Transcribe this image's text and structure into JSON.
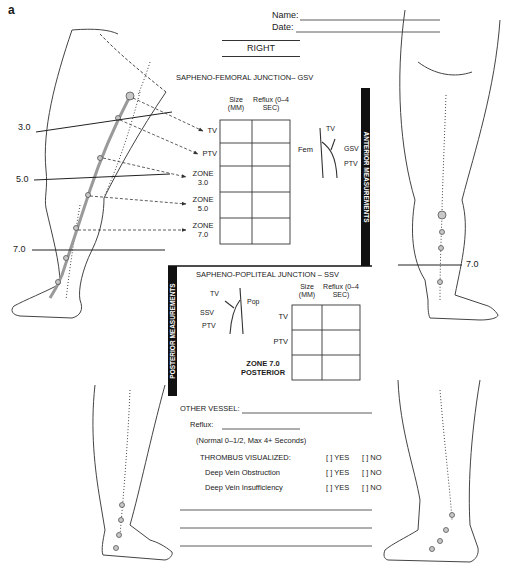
{
  "diagram": {
    "nodes": [
      {
        "text": [
          "RIGHT"
        ]
      },
      {
        "text": [
          "ANTERIOR MEASUREMENTS"
        ]
      },
      {
        "text": [
          "POSTERIOR MEASUREMENTS"
        ]
      }
    ],
    "labels": [
      "a",
      "Name:",
      "Date:",
      "SAPHENO-FEMORAL JUNCTION– GSV",
      "Size (MM)",
      "Reflux (0–4 SEC)",
      "TV",
      "PTV",
      "ZONE 3.0",
      "ZONE 5.0",
      "ZONE 7.0",
      "Fem",
      "TV",
      "GSV",
      "PTV",
      "3.0",
      "5.0",
      "7.0",
      "7.0",
      "SAPHENO-POPLITEAL JUNCTION – SSV",
      "TV",
      "Pop",
      "SSV",
      "PTV",
      "Size (MM)",
      "Reflux (0–4 SEC)",
      "TV",
      "PTV",
      "ZONE 7.0 POSTERIOR",
      "OTHER VESSEL:",
      "Reflux:",
      "(Normal 0–1/2, Max 4+ Seconds)",
      "THROMBUS VISUALIZED:",
      "[ ] YES",
      "[ ] NO",
      "Deep Vein Obstruction",
      "[ ] YES",
      "[ ] NO",
      "Deep Vein Insufficiency",
      "[ ] YES",
      "[ ] NO"
    ]
  }
}
